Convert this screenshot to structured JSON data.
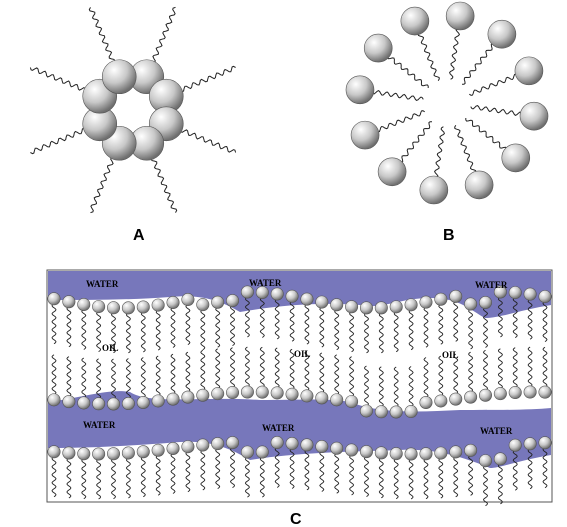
{
  "labels": {
    "panel_a": "A",
    "panel_b": "B",
    "panel_c": "C"
  },
  "phases": [
    {
      "id": "water-left-top",
      "text": "WATER"
    },
    {
      "id": "water-mid-top",
      "text": "WATER"
    },
    {
      "id": "water-right-top",
      "text": "WATER"
    },
    {
      "id": "oil-left",
      "text": "OIL"
    },
    {
      "id": "oil-mid",
      "text": "OIL"
    },
    {
      "id": "oil-right",
      "text": "OIL"
    },
    {
      "id": "water-left-bottom",
      "text": "WATER"
    },
    {
      "id": "water-mid-bottom",
      "text": "WATER"
    },
    {
      "id": "water-right-bottom",
      "text": "WATER"
    }
  ],
  "colors": {
    "water": "#7777bb",
    "head_light": "#ffffff",
    "head_dark": "#8a8a8a",
    "tail": "#222222"
  }
}
